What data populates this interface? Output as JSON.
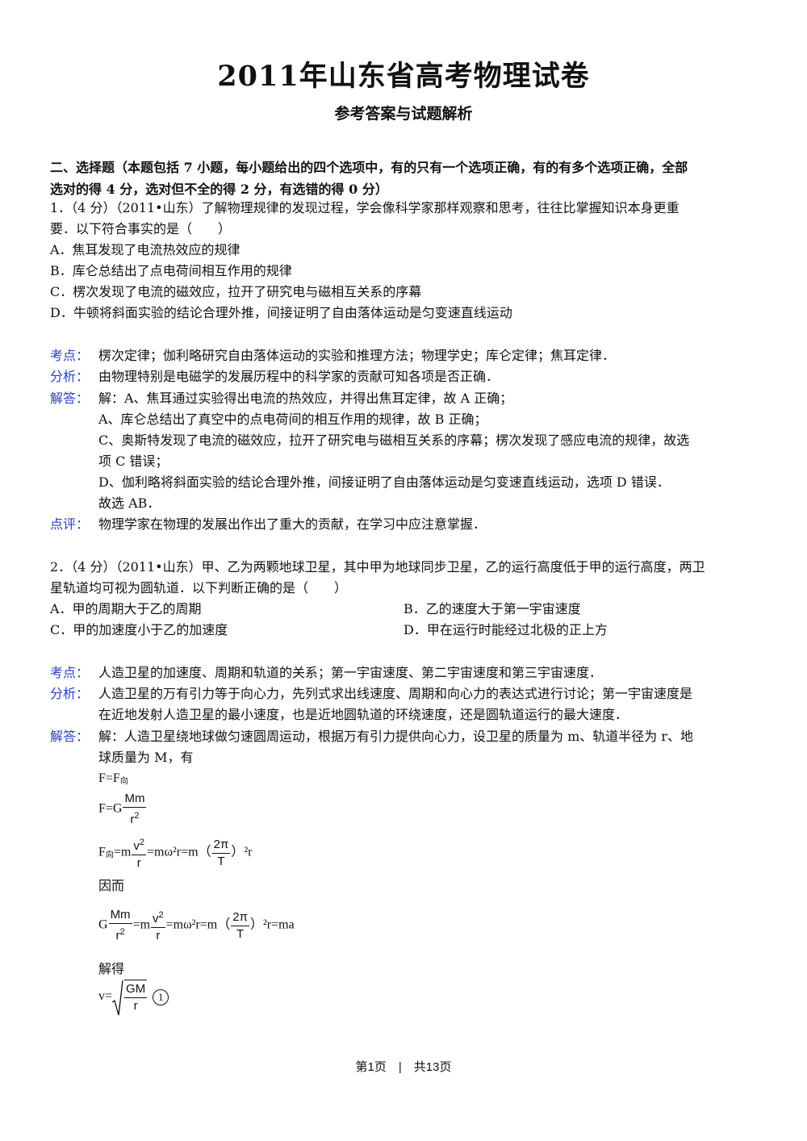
{
  "header": {
    "title": "2011年山东省高考物理试卷",
    "subtitle": "参考答案与试题解析"
  },
  "section": {
    "heading_line1": "二、选择题（本题包括 7 小题，每小题给出的四个选项中，有的只有一个选项正确，有的有多个选项正确，全部",
    "heading_line2": "选对的得 4 分，选对但不全的得 2 分，有选错的得 0 分）"
  },
  "q1": {
    "stem_line1": "1．（4 分）（2011•山东）了解物理规律的发现过程，学会像科学家那样观察和思考，往往比掌握知识本身更重",
    "stem_line2": "要．以下符合事实的是（　　）",
    "options": [
      "A．焦耳发现了电流热效应的规律",
      "B．库仑总结出了点电荷间相互作用的规律",
      "C．楞次发现了电流的磁效应，拉开了研究电与磁相互关系的序幕",
      "D．牛顿将斜面实验的结论合理外推，间接证明了自由落体运动是匀变速直线运动"
    ],
    "kaodian_label": "考点：",
    "kaodian": "楞次定律；伽利略研究自由落体运动的实验和推理方法；物理学史；库仑定律；焦耳定律．",
    "fenxi_label": "分析：",
    "fenxi": "由物理特别是电磁学的发展历程中的科学家的贡献可知各项是否正确．",
    "jieda_label": "解答：",
    "jieda": [
      "解：A、焦耳通过实验得出电流的热效应，并得出焦耳定律，故 A 正确；",
      "A、库仑总结出了真空中的点电荷间的相互作用的规律，故 B 正确；",
      "C、奥斯特发现了电流的磁效应，拉开了研究电与磁相互关系的序幕；楞次发现了感应电流的规律，故选",
      "项 C 错误；",
      "D、伽利略将斜面实验的结论合理外推，间接证明了自由落体运动是匀变速直线运动，选项 D 错误．",
      "故选 AB．"
    ],
    "dianping_label": "点评：",
    "dianping": "物理学家在物理的发展出作出了重大的贡献，在学习中应注意掌握．"
  },
  "q2": {
    "stem_line1": "2．（4 分）（2011•山东）甲、乙为两颗地球卫星，其中甲为地球同步卫星，乙的运行高度低于甲的运行高度，两卫",
    "stem_line2": "星轨道均可视为圆轨道．以下判断正确的是（　　）",
    "options": [
      "A．甲的周期大于乙的周期",
      "B．乙的速度大于第一宇宙速度",
      "C．甲的加速度小于乙的加速度",
      "D．甲在运行时能经过北极的正上方"
    ],
    "kaodian_label": "考点：",
    "kaodian": "人造卫星的加速度、周期和轨道的关系；第一宇宙速度、第二宇宙速度和第三宇宙速度．",
    "fenxi_label": "分析：",
    "fenxi_line1": "人造卫星的万有引力等于向心力，先列式求出线速度、周期和向心力的表达式进行讨论；第一宇宙速度是",
    "fenxi_line2": "在近地发射人造卫星的最小速度，也是近地圆轨道的环绕速度，还是圆轨道运行的最大速度．",
    "jieda_label": "解答：",
    "jieda_line1": "解：人造卫星绕地球做匀速圆周运动，根据万有引力提供向心力，设卫星的质量为 m、轨道半径为 r、地",
    "jieda_line2": "球质量为 M，有",
    "eq1_left": "F=F",
    "eq1_sub": "向",
    "eq2_left": "F=G",
    "frac_Mm_num": "Mm",
    "frac_Mm_den": "r",
    "frac_Mm_den_sup": "2",
    "eq3_left": "F",
    "eq3_sub": "向",
    "eq3_eq": "=m",
    "frac_v2_num": "v",
    "frac_v2_num_sup": "2",
    "frac_v2_den": "r",
    "eq3_mid": "=mω²r=m（",
    "frac_2pi_num": "2π",
    "frac_2pi_den": "T",
    "eq3_end": "）²r",
    "yin_er": "因而",
    "eq4_left": "G",
    "eq4_mid1": "=m",
    "eq4_mid2": "=mω²r=m（",
    "eq4_end": "）²r=ma",
    "jie_de": "解得",
    "eq5_left": "v=",
    "frac_GM_num": "GM",
    "frac_GM_den": "r",
    "circled_one": "1"
  },
  "footer": {
    "page": "第1页　|　共13页"
  }
}
